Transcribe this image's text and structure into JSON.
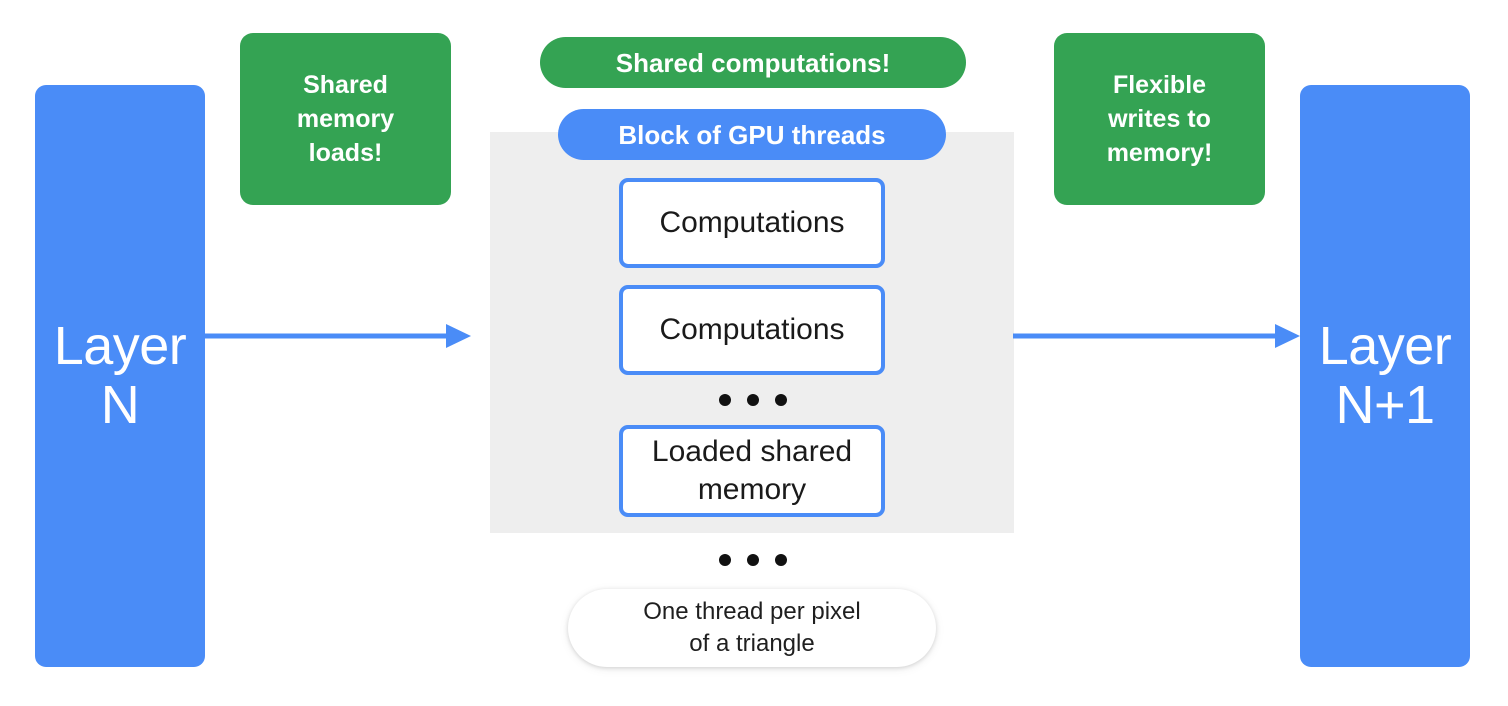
{
  "diagram": {
    "title": "GPU block shared-memory dataflow",
    "background": "#ffffff",
    "colors": {
      "blue": "#4a8cf7",
      "green": "#34a353",
      "panel_grey": "#eeeeee",
      "box_text": "#1a1a1a",
      "badge_text": "#ffffff"
    }
  },
  "layers": {
    "input": {
      "label": "Layer\nN",
      "name": "layer-n"
    },
    "output": {
      "label": "Layer\nN+1",
      "name": "layer-n-plus-1"
    }
  },
  "callouts": [
    {
      "id": "shared-memory-loads",
      "text": "Shared\nmemory\nloads!",
      "color": "#34a353"
    },
    {
      "id": "flexible-writes-to-memory",
      "text": "Flexible\nwrites to\nmemory!",
      "color": "#34a353"
    }
  ],
  "pills": {
    "shared_computations": {
      "text": "Shared computations!",
      "color": "#34a353"
    },
    "block_of_gpu_threads": {
      "text": "Block of GPU threads",
      "color": "#4a8cf7"
    }
  },
  "block_panel": {
    "thread_boxes": [
      {
        "label": "Computations"
      },
      {
        "label": "Computations"
      },
      {
        "label": "Loaded shared\nmemory"
      }
    ],
    "inner_ellipsis": "• • •",
    "outer_ellipsis": "• • •"
  },
  "thread_note": {
    "text": "One thread per pixel\nof a triangle"
  },
  "arrows": [
    {
      "id": "arrow-layer-n-to-block",
      "direction": "right",
      "color": "#4a8cf7"
    },
    {
      "id": "arrow-block-to-layer-n-plus-1",
      "direction": "right",
      "color": "#4a8cf7"
    }
  ]
}
